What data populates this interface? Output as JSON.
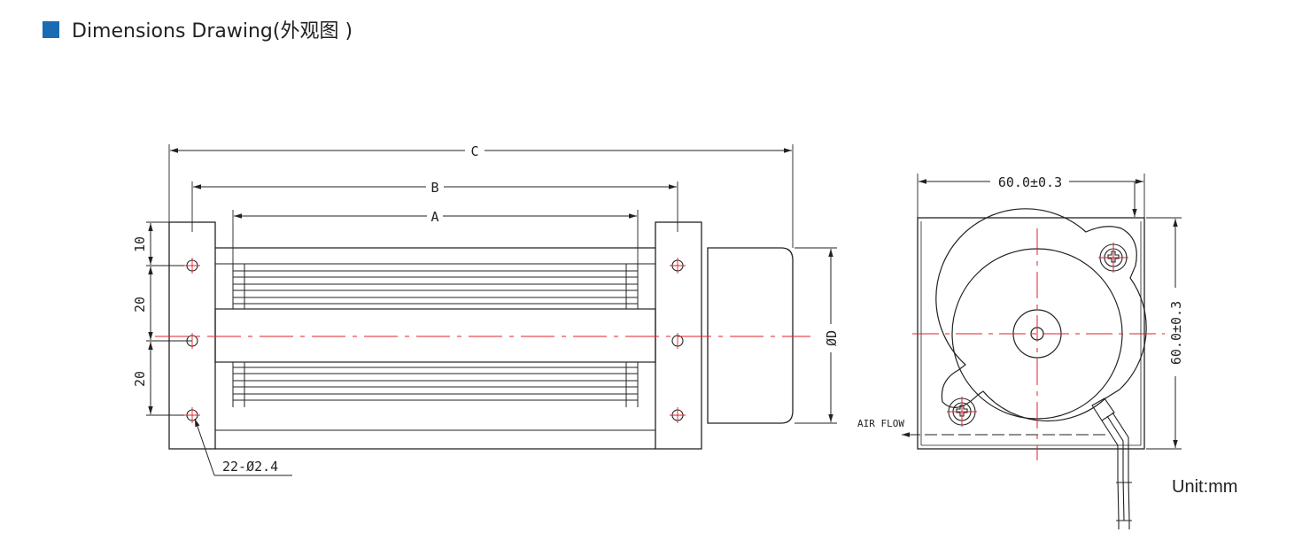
{
  "header": {
    "title": "Dimensions Drawing(外观图 )",
    "accent_color": "#1a6bb5"
  },
  "front_view": {
    "dimensions": {
      "c": "C",
      "b": "B",
      "a": "A",
      "diameter": "ØD",
      "hole_spacing": [
        "10",
        "20",
        "20"
      ],
      "hole_callout": "22-Ø2.4"
    }
  },
  "side_view": {
    "width": "60.0±0.3",
    "height": "60.0±0.3",
    "air_flow": "AIR FLOW"
  },
  "unit": "Unit:mm",
  "colors": {
    "line": "#222222",
    "centerline": "#e0222a"
  }
}
